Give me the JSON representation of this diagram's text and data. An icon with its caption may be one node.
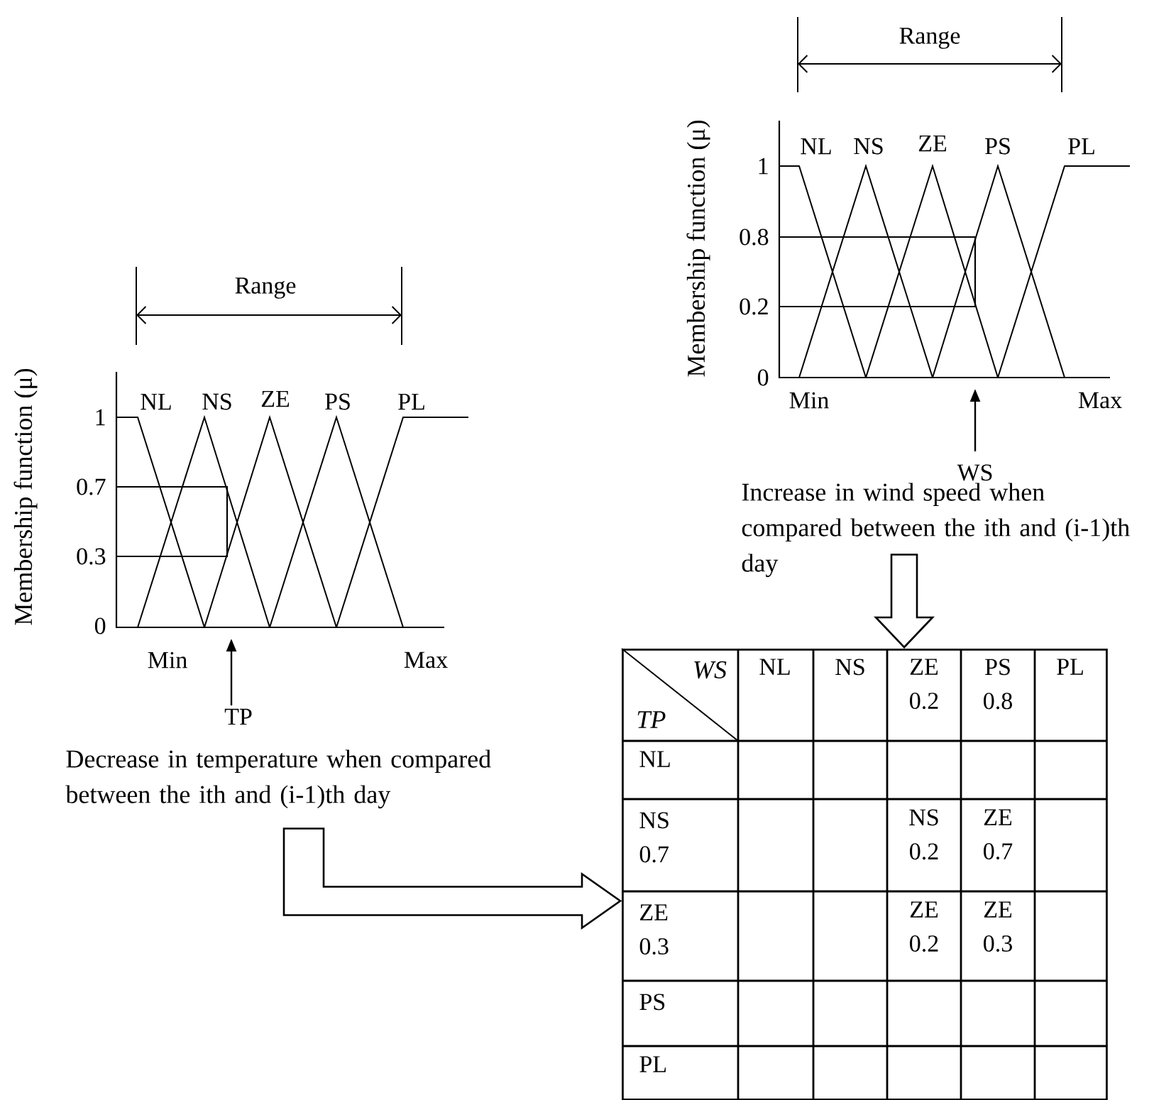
{
  "diagram": {
    "nodes": [
      {
        "text": [
          "Increase in wind speed when compared between the ith and (i-1)th day"
        ]
      },
      {
        "text": [],
        "shape": "box"
      },
      {
        "text": [
          "Decrease in temperature when compared between the ith and (i-1)th day"
        ]
      }
    ],
    "edges": [
      {
        "from": 0,
        "to": 1,
        "arrow": "to"
      },
      {
        "from": 2,
        "to": 1,
        "arrow": "to"
      }
    ],
    "labels": [
      "Range",
      "Membership function (μ)",
      "NL",
      "NS",
      "ZE",
      "PS",
      "PL",
      "1",
      "0.8",
      "0.2",
      "0",
      "Min",
      "Max",
      "WS",
      "Range",
      "Membership function (μ)",
      "NL",
      "NS",
      "ZE",
      "PS",
      "PL",
      "1",
      "0.7",
      "0.3",
      "0",
      "Min",
      "Max",
      "TP",
      "WS",
      "TP",
      "NL",
      "NS",
      "ZE 0.2",
      "PS 0.8",
      "PL",
      "NL",
      "NS 0.7",
      "NS 0.2",
      "ZE 0.7",
      "ZE 0.3",
      "ZE 0.2",
      "ZE 0.3",
      "PS",
      "PL"
    ]
  }
}
